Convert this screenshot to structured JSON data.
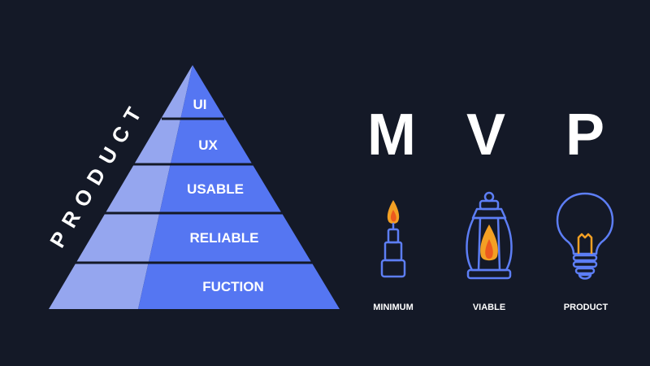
{
  "colors": {
    "background": "#141927",
    "pyramid_light": "#95a6ef",
    "pyramid_dark": "#5576f2",
    "divider": "#141927",
    "text": "#ffffff",
    "icon_stroke": "#5d7ef5",
    "flame_outer": "#f3a024",
    "flame_inner": "#ec5a1e"
  },
  "side_label": "PRODUCT",
  "pyramid_layers": [
    {
      "label": "UI"
    },
    {
      "label": "UX"
    },
    {
      "label": "USABLE"
    },
    {
      "label": "RELIABLE"
    },
    {
      "label": "FUCTION"
    }
  ],
  "mvp": {
    "letters": [
      "M",
      "V",
      "P"
    ],
    "icons": [
      {
        "name": "candle-icon",
        "label": "MINIMUM"
      },
      {
        "name": "lantern-icon",
        "label": "VIABLE"
      },
      {
        "name": "lightbulb-icon",
        "label": "PRODUCT"
      }
    ]
  }
}
